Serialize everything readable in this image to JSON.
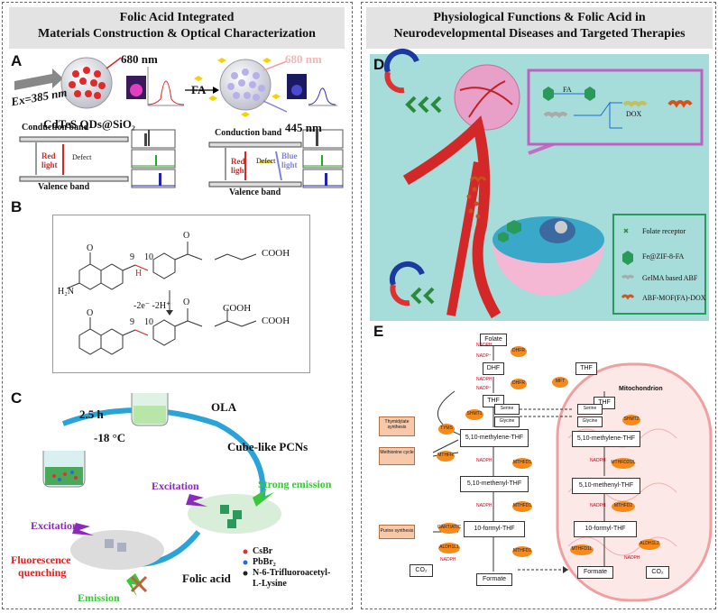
{
  "left_header": {
    "line1": "Folic Acid Integrated",
    "line2": "Materials Construction & Optical Characterization"
  },
  "right_header": {
    "line1": "Physiological Functions & Folic Acid in",
    "line2": "Neurodevelopmental Diseases and Targeted Therapies"
  },
  "panel_letters": {
    "a": "A",
    "b": "B",
    "c": "C",
    "d": "D",
    "e": "E"
  },
  "panel_a": {
    "ex": "Ex=385 nm",
    "nm680": "680 nm",
    "nm680b": "680 nm",
    "nm445": "445 nm",
    "fa": "FA",
    "qds": "CdTeS QDs@SiO₂",
    "cb1": "Conduction band",
    "vb1": "Valence band",
    "cb2": "Conduction band",
    "vb2": "Valence band",
    "red1": "Red",
    "light1": "light",
    "defect1": "Defect",
    "red2": "Red",
    "light2": "light",
    "defect2": "Defect",
    "blue": "Blue",
    "light3": "light"
  },
  "panel_b": {
    "cooh1": "COOH",
    "cooh2": "COOH",
    "cooh3": "COOH",
    "n9": "9",
    "n10": "10",
    "n9b": "9",
    "n10b": "10",
    "h2n": "H₂N",
    "react": "-2e⁻  -2H⁺",
    "o1": "O",
    "o2": "O",
    "o3": "O",
    "o4": "O",
    "h": "H"
  },
  "panel_c": {
    "t25": "2.5 h",
    "temp": "-18 °C",
    "ola": "OLA",
    "cube": "Cube-like PCNs",
    "exc1": "Excitation",
    "strong": "Strong emission",
    "exc2": "Excitation",
    "fq1": "Fluorescence",
    "fq2": "quenching",
    "folic": "Folic acid",
    "emission": "Emission",
    "leg1": "CsBr",
    "leg2": "PbBr₂",
    "leg3": "N-6-Trifluoroacetyl-",
    "leg4": "L-Lysine"
  },
  "panel_d": {
    "fa": "FA",
    "dox": "DOX",
    "leg1": "Folate receptor",
    "leg2": "Fe@ZIF-8-FA",
    "leg3": "GelMA based ABF",
    "leg4": "ABF-MOF(FA)-DOX"
  },
  "panel_e": {
    "folate": "Folate",
    "dhf": "DHF",
    "thf": "THF",
    "thf_m": "THF",
    "mito": "Mitochondrion",
    "mthf_c": "5,10-methylene-THF",
    "mthf_m": "5,10-methylene-THF",
    "menthf_c": "5,10-methenyl-THF",
    "menthf_m": "5,10-methenyl-THF",
    "fthf_c": "10-formyl-THF",
    "fthf_m": "10-formyl-THF",
    "serine_c": "Serine",
    "glycine_c": "Glycine",
    "serine_m": "Serine",
    "glycine_m": "Glycine",
    "formate_c": "Formate",
    "formate_m": "Formate",
    "co2_c": "CO₂",
    "co2_m": "CO₂",
    "thy": "Thymidylate synthesis",
    "met": "Methionine cycle",
    "pur": "Purine synthesis",
    "dhfr1": "DHFR",
    "dhfr2": "DHFR",
    "shmt1": "SHMT1",
    "shmt2": "SHMT2",
    "tyms": "TYMS",
    "mthfr": "MTHFR",
    "mthfd1a": "MTHFD1",
    "mthfd1b": "MTHFD1",
    "mthfd1c": "MTHFD1",
    "gart": "GART/ATIC",
    "aldh": "ALDH1L1",
    "mft": "MFT",
    "mthfd2l": "MTHFD2/2L",
    "mthfd2": "MTHFD2",
    "mthfd1l": "MTHFD1L",
    "aldh2": "ALDH1L2",
    "nadph": "NADPH",
    "nadp": "NADP⁺"
  }
}
